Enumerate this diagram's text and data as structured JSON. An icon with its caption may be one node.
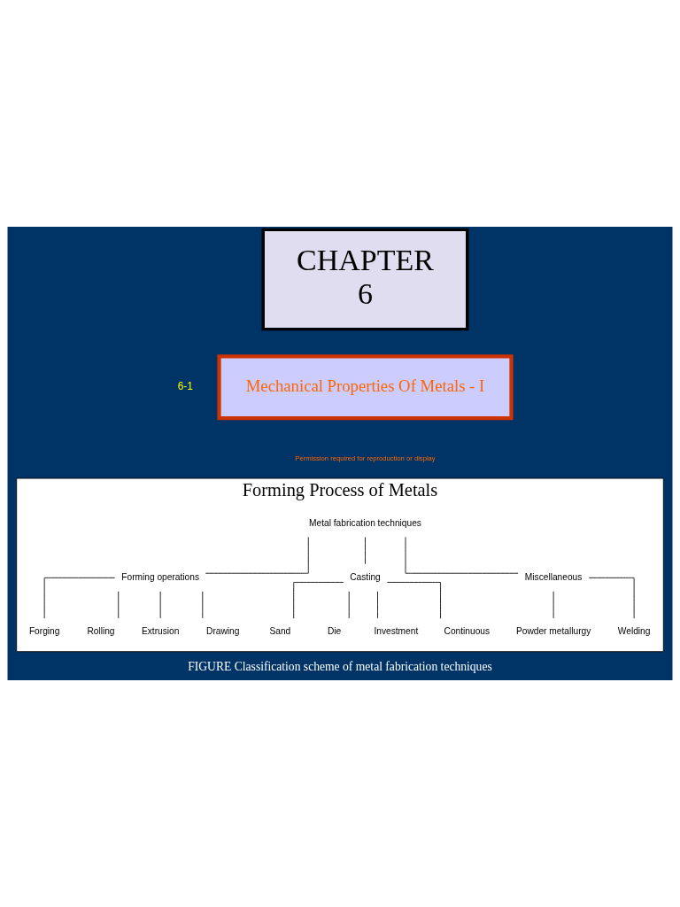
{
  "diagram": {
    "caption": "FIGURE Classification scheme of metal fabrication techniques",
    "nodes": [
      {
        "text": [
          "CHAPTER",
          "6"
        ]
      },
      {
        "text": [
          "Mechanical Properties Of Metals - I"
        ]
      },
      {
        "text": [
          "Forming Process of Metals"
        ]
      },
      {
        "text": [
          "Metal fabrication techniques"
        ],
        "in": 2
      },
      {
        "text": [
          "Forming operations"
        ],
        "in": 2
      },
      {
        "text": [
          "Casting"
        ],
        "in": 2
      },
      {
        "text": [
          "Miscellaneous"
        ],
        "in": 2
      },
      {
        "text": [
          "Forging"
        ],
        "in": 2
      },
      {
        "text": [
          "Rolling"
        ],
        "in": 2
      },
      {
        "text": [
          "Extrusion"
        ],
        "in": 2
      },
      {
        "text": [
          "Drawing"
        ],
        "in": 2
      },
      {
        "text": [
          "Sand"
        ],
        "in": 2
      },
      {
        "text": [
          "Die"
        ],
        "in": 2
      },
      {
        "text": [
          "Investment"
        ],
        "in": 2
      },
      {
        "text": [
          "Continuous"
        ],
        "in": 2
      },
      {
        "text": [
          "Powder metallurgy"
        ],
        "in": 2
      },
      {
        "text": [
          "Welding"
        ],
        "in": 2
      }
    ],
    "edges": [
      {
        "from": 3,
        "to": 4,
        "arrow": "none"
      },
      {
        "from": 3,
        "to": 5,
        "arrow": "none"
      },
      {
        "from": 3,
        "to": 6,
        "arrow": "none"
      },
      {
        "from": 4,
        "to": 7,
        "arrow": "none"
      },
      {
        "from": 4,
        "to": 8,
        "arrow": "none"
      },
      {
        "from": 4,
        "to": 9,
        "arrow": "none"
      },
      {
        "from": 4,
        "to": 10,
        "arrow": "none"
      },
      {
        "from": 5,
        "to": 11,
        "arrow": "none"
      },
      {
        "from": 5,
        "to": 12,
        "arrow": "none"
      },
      {
        "from": 5,
        "to": 13,
        "arrow": "none"
      },
      {
        "from": 5,
        "to": 14,
        "arrow": "none"
      },
      {
        "from": 6,
        "to": 15,
        "arrow": "none"
      },
      {
        "from": 6,
        "to": 16,
        "arrow": "none"
      }
    ],
    "labels": [
      "6-1",
      "Permission required for reproduction or display"
    ]
  }
}
